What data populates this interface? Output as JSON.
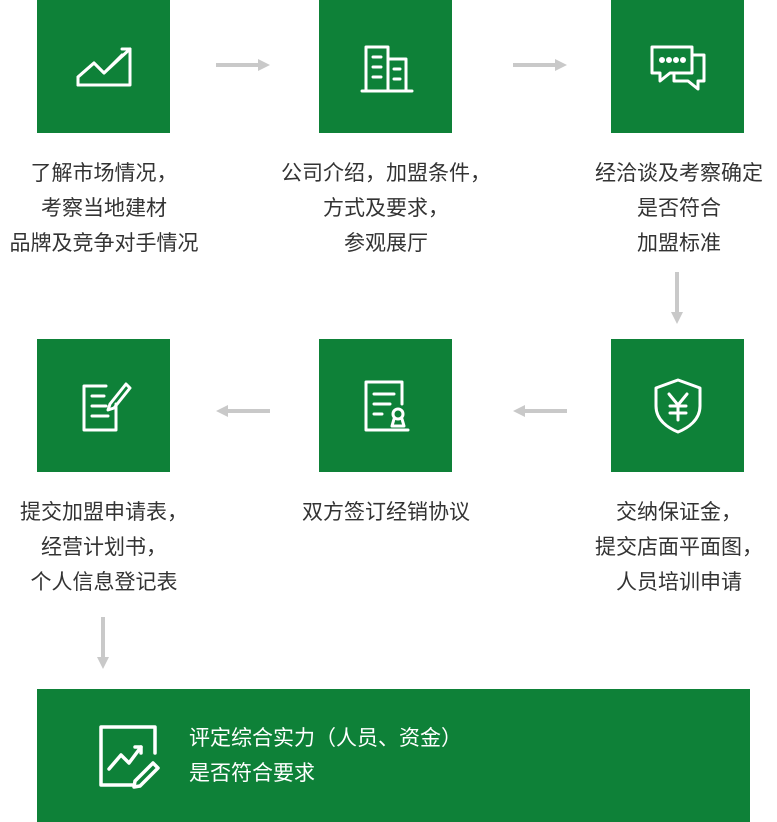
{
  "colors": {
    "brand_green": "#0e8138",
    "arrow_gray": "#c9c9c9",
    "text": "#333333"
  },
  "steps": [
    {
      "icon": "trend-chart-icon",
      "lines": [
        "了解市场情况，",
        "考察当地建材",
        "品牌及竞争对手情况"
      ]
    },
    {
      "icon": "building-icon",
      "lines": [
        "公司介绍，加盟条件，",
        "方式及要求，",
        "参观展厅"
      ]
    },
    {
      "icon": "chat-bubbles-icon",
      "lines": [
        "经洽谈及考察确定",
        "是否符合",
        "加盟标准"
      ]
    },
    {
      "icon": "yen-shield-icon",
      "lines": [
        "交纳保证金，",
        "提交店面平面图，",
        "人员培训申请"
      ]
    },
    {
      "icon": "contract-seal-icon",
      "lines": [
        "双方签订经销协议"
      ]
    },
    {
      "icon": "form-pen-icon",
      "lines": [
        "提交加盟申请表，",
        "经营计划书，",
        "个人信息登记表"
      ]
    }
  ],
  "final": {
    "icon": "evaluation-chart-pen-icon",
    "lines": [
      "评定综合实力（人员、资金）",
      "是否符合要求"
    ]
  }
}
